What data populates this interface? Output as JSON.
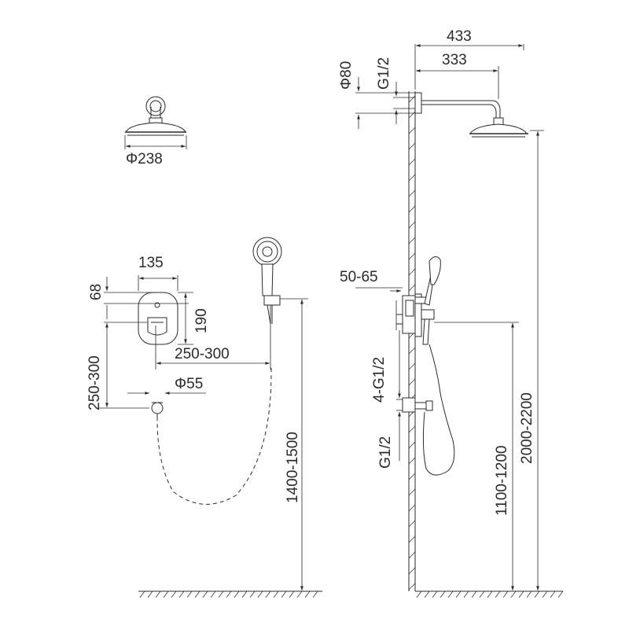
{
  "labels": {
    "head_diameter": "Φ238",
    "arm_outer": "433",
    "arm_inner": "333",
    "flange_diameter": "Φ80",
    "arm_thread": "G1/2",
    "plate_width": "135",
    "plate_top": "68",
    "plate_height": "190",
    "plate_offset_h": "250-300",
    "plate_offset_v": "250-300",
    "spout_diameter": "Φ55",
    "hand_height": "1400-1500",
    "wall_depth": "50-65",
    "valve_thread": "4-G1/2",
    "outlet_thread": "G1/2",
    "valve_height": "1100-1200",
    "head_height": "2000-2200"
  }
}
